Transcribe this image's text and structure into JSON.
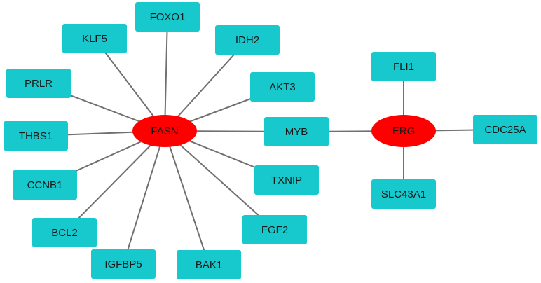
{
  "diagram": {
    "hubs": [
      {
        "id": "FASN",
        "label": "FASN"
      },
      {
        "id": "ERG",
        "label": "ERG"
      }
    ],
    "genes": [
      {
        "id": "FOXO1",
        "label": "FOXO1"
      },
      {
        "id": "KLF5",
        "label": "KLF5"
      },
      {
        "id": "IDH2",
        "label": "IDH2"
      },
      {
        "id": "PRLR",
        "label": "PRLR"
      },
      {
        "id": "AKT3",
        "label": "AKT3"
      },
      {
        "id": "THBS1",
        "label": "THBS1"
      },
      {
        "id": "MYB",
        "label": "MYB"
      },
      {
        "id": "TXNIP",
        "label": "TXNIP"
      },
      {
        "id": "CCNB1",
        "label": "CCNB1"
      },
      {
        "id": "BCL2",
        "label": "BCL2"
      },
      {
        "id": "FGF2",
        "label": "FGF2"
      },
      {
        "id": "IGFBP5",
        "label": "IGFBP5"
      },
      {
        "id": "BAK1",
        "label": "BAK1"
      },
      {
        "id": "FLI1",
        "label": "FLI1"
      },
      {
        "id": "CDC25A",
        "label": "CDC25A"
      },
      {
        "id": "SLC43A1",
        "label": "SLC43A1"
      }
    ],
    "edges": [
      [
        "FASN",
        "FOXO1"
      ],
      [
        "FASN",
        "KLF5"
      ],
      [
        "FASN",
        "IDH2"
      ],
      [
        "FASN",
        "PRLR"
      ],
      [
        "FASN",
        "AKT3"
      ],
      [
        "FASN",
        "THBS1"
      ],
      [
        "FASN",
        "MYB"
      ],
      [
        "FASN",
        "TXNIP"
      ],
      [
        "FASN",
        "CCNB1"
      ],
      [
        "FASN",
        "BCL2"
      ],
      [
        "FASN",
        "FGF2"
      ],
      [
        "FASN",
        "IGFBP5"
      ],
      [
        "FASN",
        "BAK1"
      ],
      [
        "MYB",
        "ERG"
      ],
      [
        "ERG",
        "FLI1"
      ],
      [
        "ERG",
        "CDC25A"
      ],
      [
        "ERG",
        "SLC43A1"
      ]
    ],
    "colors": {
      "hub_fill": "#ff0000",
      "gene_fill": "#17c8cc",
      "edge": "#707070",
      "text": "#1a1a1a"
    }
  }
}
